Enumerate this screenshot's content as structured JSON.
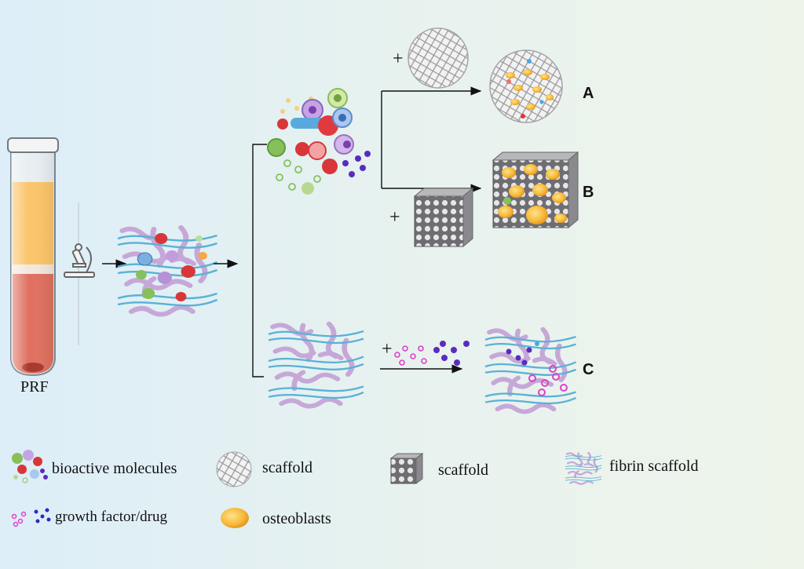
{
  "tube_label": "PRF",
  "panel_labels": {
    "a": "A",
    "b": "B",
    "c": "C"
  },
  "plus_sign": "+",
  "legend": {
    "bioactive": "bioactive molecules",
    "scaffold_round": "scaffold",
    "scaffold_cube": "scaffold",
    "fibrin": "fibrin scaffold",
    "growth": "growth factor/drug",
    "osteoblasts": "osteoblasts"
  },
  "colors": {
    "plasma": "#fbc56a",
    "blood": "#e07060",
    "fibrin_blue": "#5ab1d6",
    "fibrin_purple": "#c6a8d8",
    "scaffold_gray": "#a9a9ad",
    "osteoblast": "#f8c74d",
    "drug_pink": "#e040c8",
    "drug_purple": "#5a2bc0",
    "cell_red": "#d9363a",
    "cell_green": "#86c05a"
  }
}
